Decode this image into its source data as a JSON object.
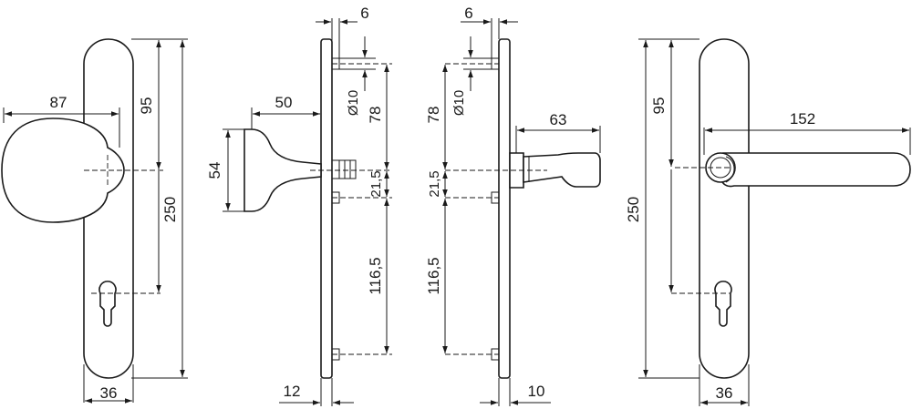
{
  "dimensions": {
    "front_knob": {
      "knob_width": "87",
      "plate_length": "250",
      "spindle_to_top": "95",
      "plate_width": "36"
    },
    "side_knob": {
      "screw_offset_top": "6",
      "knob_projection": "50",
      "knob_diameter": "54",
      "bolt_diameter": "Ø10",
      "top_to_spindle": "78",
      "spindle_to_screw": "21,5",
      "screw_to_screw": "116,5",
      "plate_thickness": "12"
    },
    "side_lever": {
      "screw_offset_top": "6",
      "bolt_diameter": "Ø10",
      "top_to_spindle": "78",
      "lever_projection": "63",
      "spindle_to_screw": "21,5",
      "screw_to_screw": "116,5",
      "plate_thickness": "10"
    },
    "front_lever": {
      "spindle_to_top": "95",
      "lever_length": "152",
      "plate_length": "250",
      "plate_width": "36"
    }
  }
}
